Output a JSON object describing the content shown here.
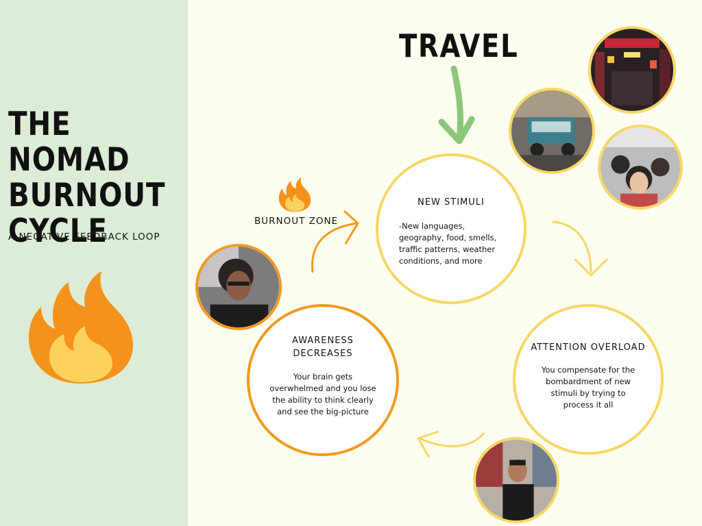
{
  "title": "THE NOMAD\nBURNOUT\nCYCLE",
  "subtitle": "A NEGATIVE FEEDBACK LOOP",
  "travel_label": "TRAVEL",
  "burnout_zone_label": "BURNOUT ZONE",
  "stages": {
    "new_stimuli": {
      "title": "NEW STIMULI",
      "text": "-New languages, geography, food, smells, traffic patterns, weather conditions, and more"
    },
    "attention_overload": {
      "title": "ATTENTION OVERLOAD",
      "text": "You compensate for the bombardment of new stimuli by trying to process it all"
    },
    "awareness_decreases": {
      "title": "AWARENESS DECREASES",
      "text": "Your brain gets overwhelmed and you lose the ability to think clearly and see the big-picture"
    }
  },
  "colors": {
    "left_panel": "#dcecd6",
    "background": "#fdfdf0",
    "yellow_ring": "#f6d866",
    "orange_ring": "#f29a1e",
    "travel_arrow": "#8cc77a"
  },
  "icons": [
    "fire-icon",
    "travel-arrow-icon",
    "cycle-arrow-icon"
  ]
}
